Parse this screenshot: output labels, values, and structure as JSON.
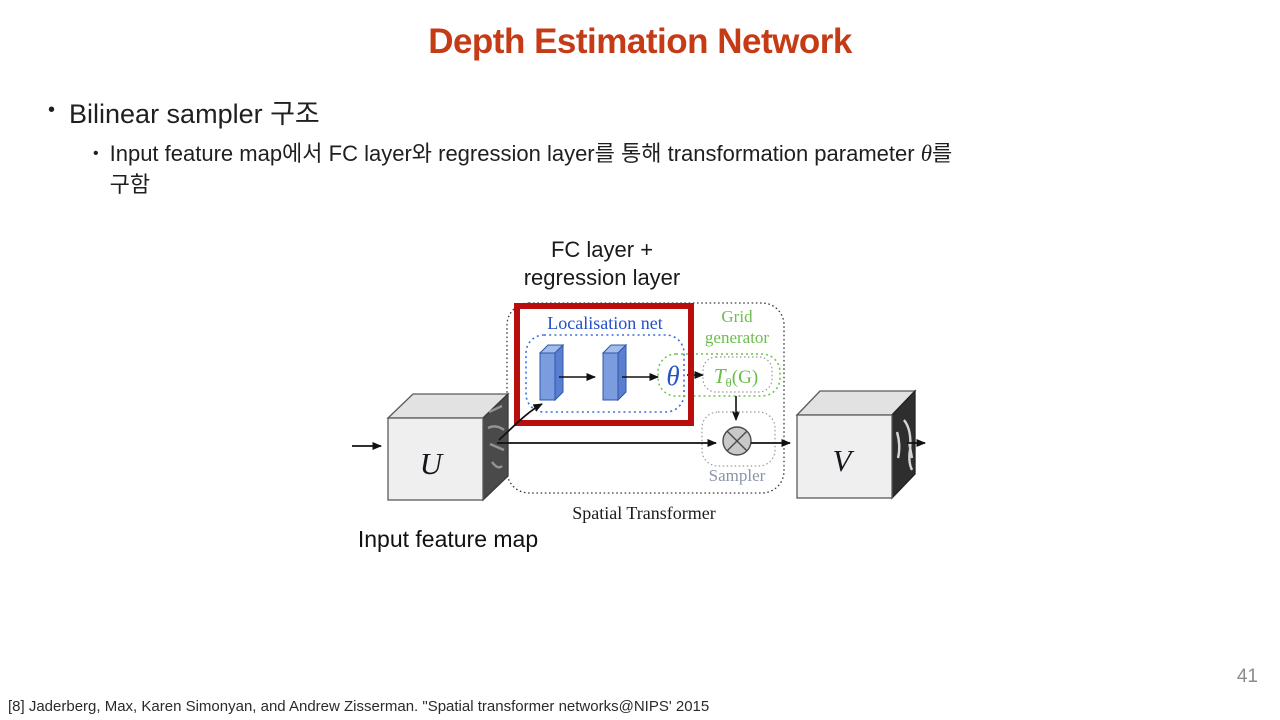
{
  "title": {
    "text": "Depth Estimation Network",
    "color": "#C43B16"
  },
  "bullets": {
    "bullet_char": "•",
    "level1": "Bilinear sampler 구조",
    "level2_before_theta": "Input feature map에서 FC layer와 regression layer를 통해 transformation parameter ",
    "level2_theta": "θ",
    "level2_after_theta": "를",
    "level2_line2": "구함"
  },
  "figure": {
    "caption_line1": "FC layer +",
    "caption_line2": "regression layer",
    "localisation_net_label": "Localisation net",
    "grid_generator_line1": "Grid",
    "grid_generator_line2": "generator",
    "theta_symbol": "θ",
    "transform_t": "T",
    "transform_sub": "θ",
    "transform_paren": "(G)",
    "sampler_label": "Sampler",
    "spatial_transformer_label": "Spatial Transformer",
    "input_cube_label": "U",
    "output_cube_label": "V",
    "input_feature_map_label": "Input feature map",
    "colors": {
      "highlight_box_red": "#B90E0E",
      "localisation_blue": "#2450C8",
      "theta_blue": "#2853C6",
      "grid_green": "#6CBE4C",
      "sampler_gray": "#8A93A8",
      "bar_blue_front": "#7B9DE0"
    }
  },
  "footer": {
    "citation": "[8] Jaderberg, Max, Karen Simonyan, and Andrew Zisserman. \"Spatial transformer networks@NIPS' 2015"
  },
  "page_number": "41"
}
